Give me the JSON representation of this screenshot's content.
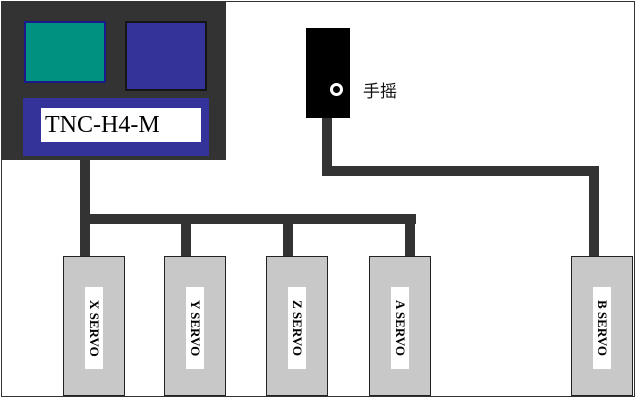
{
  "controller": {
    "model": "TNC-H4-M"
  },
  "handwheel": {
    "label": "手摇"
  },
  "servos": [
    {
      "label": "X SERVO"
    },
    {
      "label": "Y SERVO"
    },
    {
      "label": "Z SERVO"
    },
    {
      "label": "A SERVO"
    },
    {
      "label": "B SERVO"
    }
  ],
  "colors": {
    "controller_body": "#333333",
    "screen_teal": "#009180",
    "screen_blue": "#33339a",
    "cable": "#333333",
    "servo_body": "#c8c8c8"
  }
}
